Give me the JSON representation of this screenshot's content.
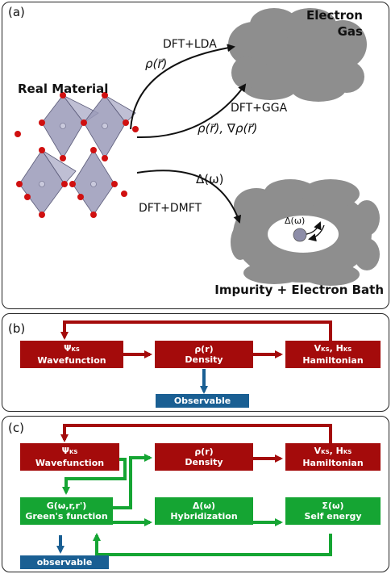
{
  "panel_a": {
    "label": "(a)",
    "real_material": "Real Material",
    "electron_gas_line1": "Electron",
    "electron_gas_line2": "Gas",
    "dft_lda": "DFT+LDA",
    "rho_lda": "ρ(r⃗)",
    "dft_gga": "DFT+GGA",
    "rho_gga": "ρ(r⃗), ∇ρ(r⃗)",
    "delta_omega": "Δ(ω)",
    "dft_dmft": "DFT+DMFT",
    "impurity_delta": "Δ(ω)",
    "impurity_bath": "Impurity + Electron Bath"
  },
  "panel_b": {
    "label": "(b)",
    "psi_sym": "Ψ",
    "psi_sub": "KS",
    "wavefunction": "Wavefunction",
    "rho_title": "ρ(r)",
    "density": "Density",
    "v_sym": "V",
    "v_sub": "KS",
    "h_sym": ", H",
    "h_sub": "KS",
    "hamiltonian": "Hamiltonian",
    "observable": "Observable"
  },
  "panel_c": {
    "label": "(c)",
    "psi_sym": "Ψ",
    "psi_sub": "KS",
    "wavefunction": "Wavefunction",
    "rho_title": "ρ(r)",
    "density": "Density",
    "v_sym": "V",
    "v_sub": "KS",
    "h_sym": ", H",
    "h_sub": "KS",
    "hamiltonian": "Hamiltonian",
    "g_title": "G(ω,r,r')",
    "greens": "Green's function",
    "delta_title": "Δ(ω)",
    "hybridization": "Hybridization",
    "sigma_title": "Σ(ω)",
    "self_energy": "Self energy",
    "observable": "observable"
  },
  "colors": {
    "red": "#a40b0b",
    "green": "#15a533",
    "blue": "#1a5f93",
    "cloud": "#8e8e8e",
    "octahedron": "#9a9ab8",
    "oxygen": "#d01010"
  }
}
